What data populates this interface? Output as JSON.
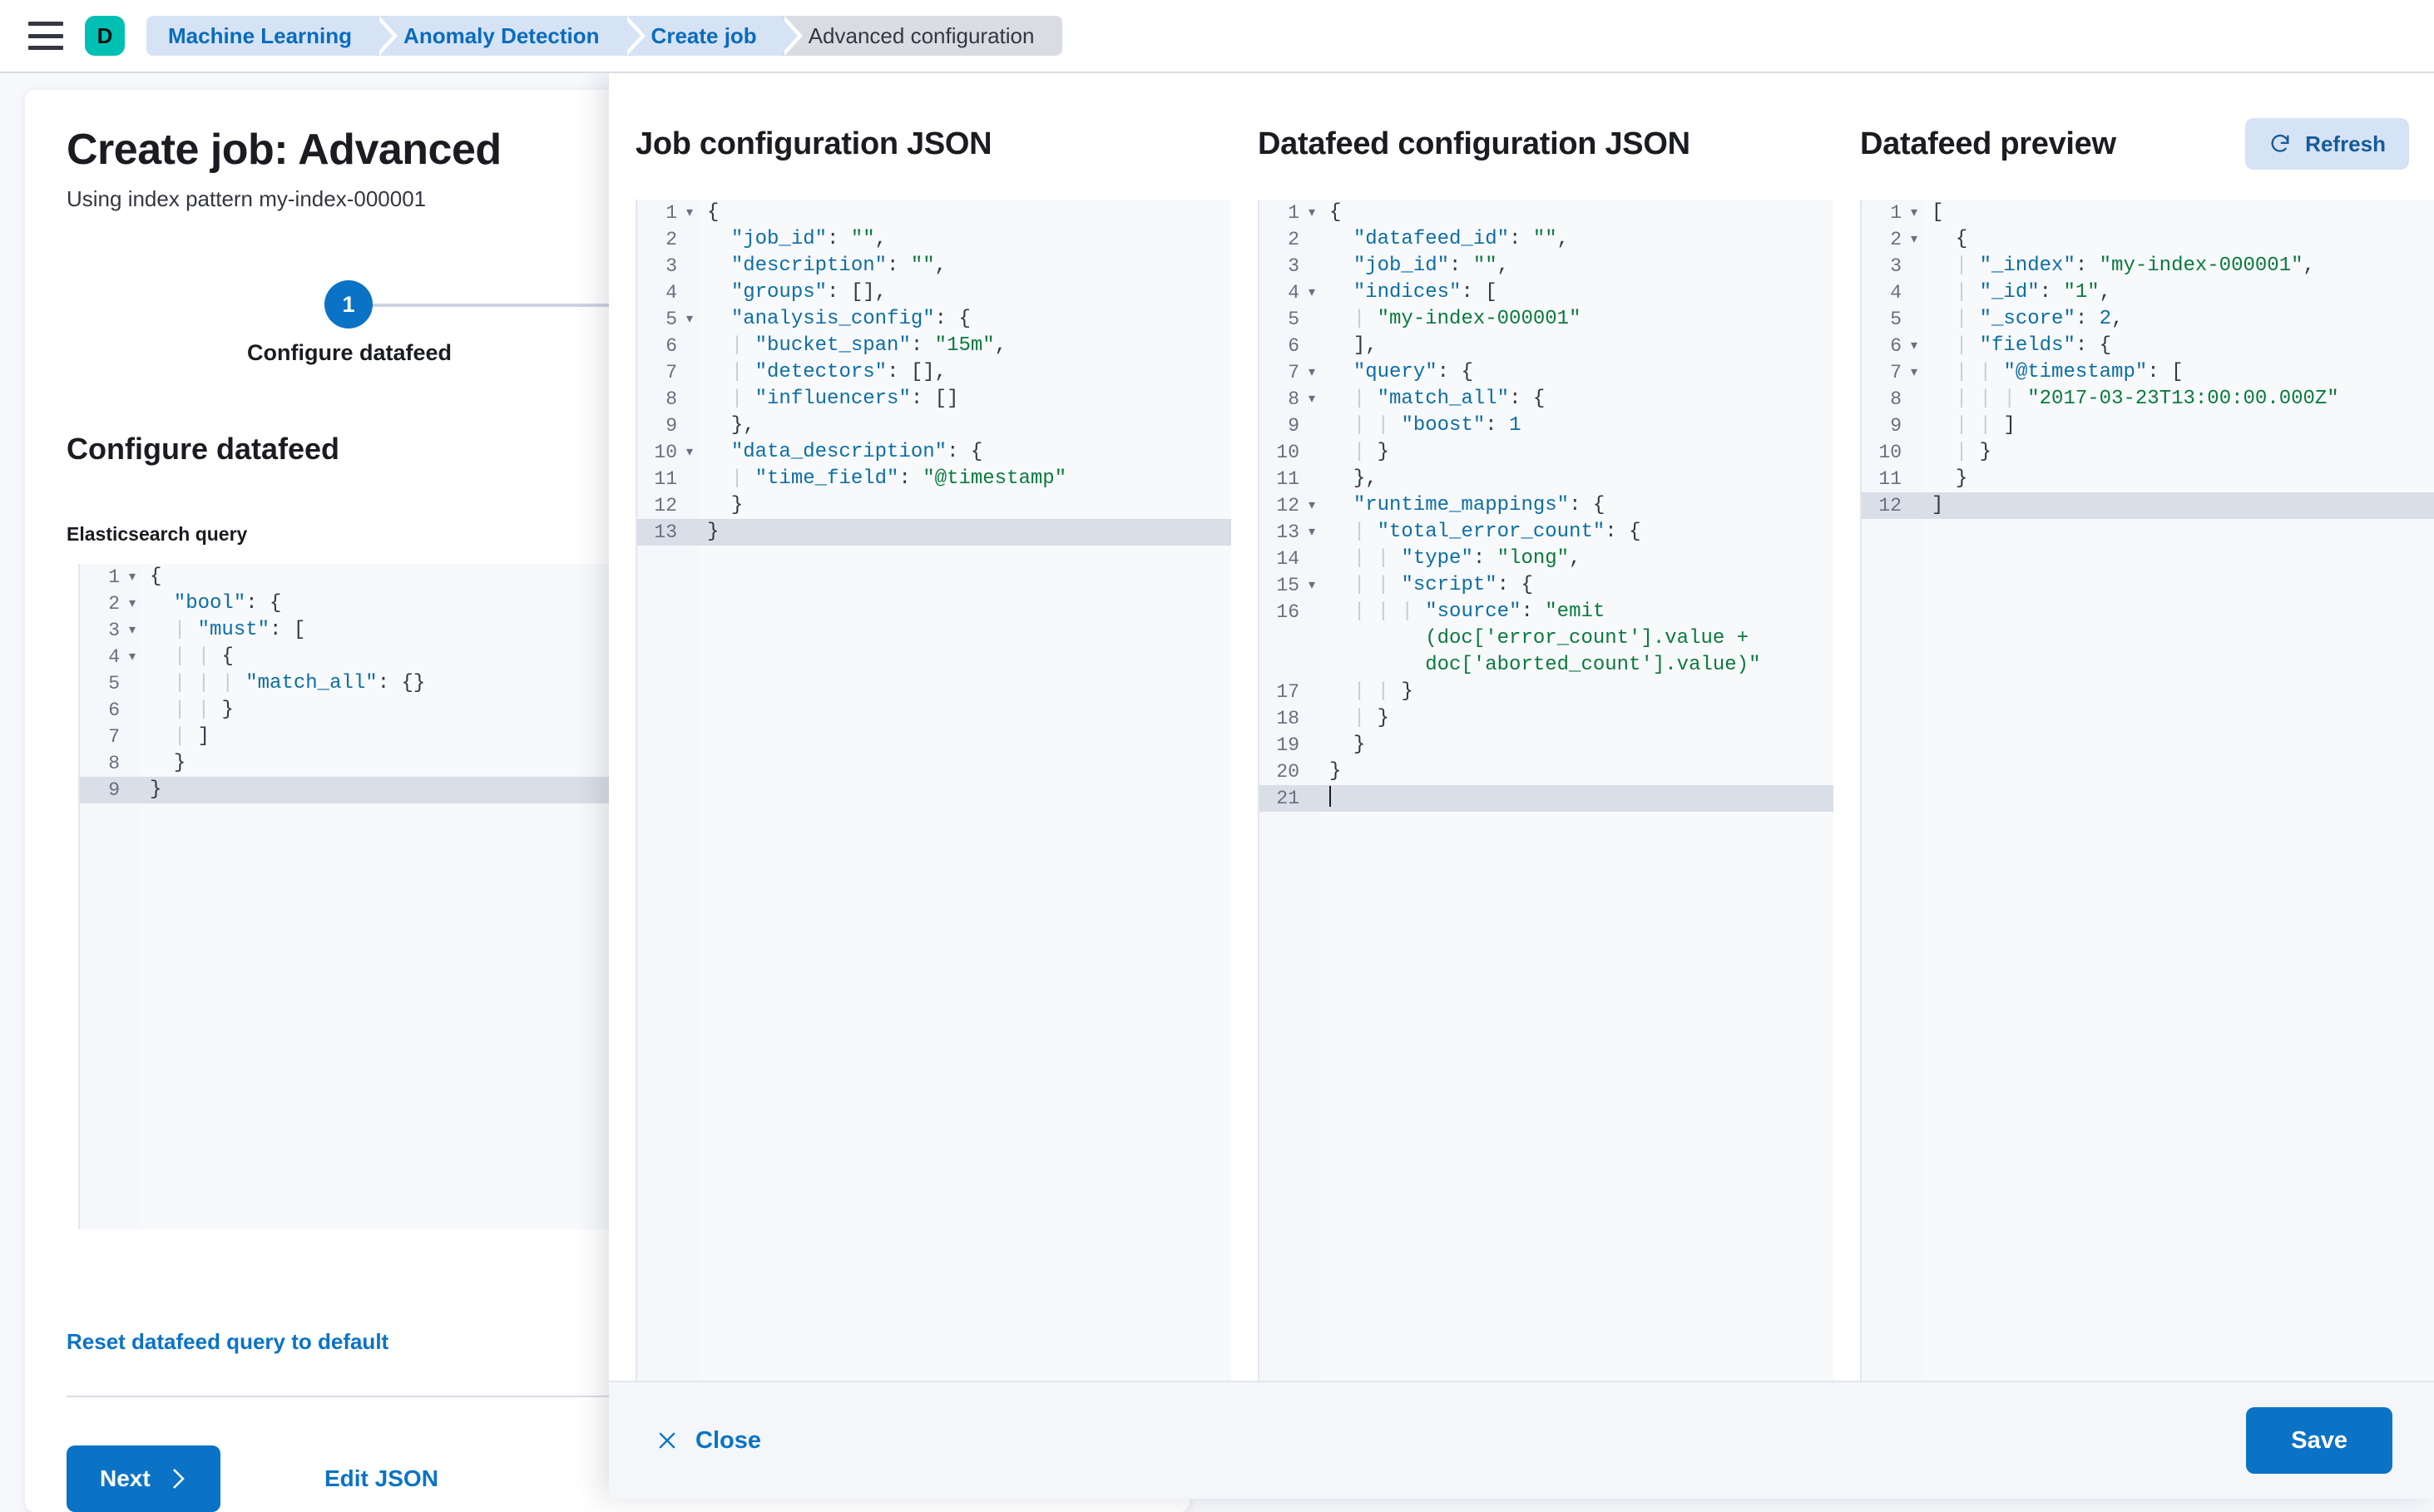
{
  "topbar": {
    "menu_icon": "hamburger-icon",
    "avatar_letter": "D",
    "avatar_color": "#00BFB3",
    "breadcrumbs": [
      {
        "label": "Machine Learning",
        "current": false
      },
      {
        "label": "Anomaly Detection",
        "current": false
      },
      {
        "label": "Create job",
        "current": false
      },
      {
        "label": "Advanced configuration",
        "current": true
      }
    ]
  },
  "page": {
    "title": "Create job: Advanced",
    "subtitle": "Using index pattern my-index-000001",
    "step_number": "1",
    "step_label": "Configure datafeed",
    "section_title": "Configure datafeed",
    "es_query_label": "Elasticsearch query",
    "reset_link": "Reset datafeed query to default",
    "next_label": "Next",
    "edit_json_label": "Edit JSON",
    "accent_color": "#0B73C6"
  },
  "flyout": {
    "close_label": "Close",
    "save_label": "Save",
    "columns": {
      "job": {
        "title": "Job configuration JSON"
      },
      "datafeed": {
        "title": "Datafeed configuration JSON"
      },
      "preview": {
        "title": "Datafeed preview",
        "refresh_label": "Refresh"
      }
    }
  },
  "editors": {
    "es_query": {
      "highlight_line": 9,
      "lines": [
        {
          "n": "1",
          "fold": "▾",
          "html": "<span class=\"p\">{</span>"
        },
        {
          "n": "2",
          "fold": "▾",
          "html": "  <span class=\"k\">\"bool\"</span><span class=\"p\">: {</span>"
        },
        {
          "n": "3",
          "fold": "▾",
          "html": "  <span class=\"ind\">|</span> <span class=\"k\">\"must\"</span><span class=\"p\">: [</span>"
        },
        {
          "n": "4",
          "fold": "▾",
          "html": "  <span class=\"ind\">|</span> <span class=\"ind\">|</span> <span class=\"p\">{</span>"
        },
        {
          "n": "5",
          "fold": "",
          "html": "  <span class=\"ind\">|</span> <span class=\"ind\">|</span> <span class=\"ind\">|</span> <span class=\"k\">\"match_all\"</span><span class=\"p\">: {}</span>"
        },
        {
          "n": "6",
          "fold": "",
          "html": "  <span class=\"ind\">|</span> <span class=\"ind\">|</span> <span class=\"p\">}</span>"
        },
        {
          "n": "7",
          "fold": "",
          "html": "  <span class=\"ind\">|</span> <span class=\"p\">]</span>"
        },
        {
          "n": "8",
          "fold": "",
          "html": "  <span class=\"p\">}</span>"
        },
        {
          "n": "9",
          "fold": "",
          "html": "<span class=\"p\">}</span>"
        }
      ]
    },
    "job_config": {
      "highlight_line": 13,
      "lines": [
        {
          "n": "1",
          "fold": "▾",
          "html": "<span class=\"p\">{</span>"
        },
        {
          "n": "2",
          "fold": "",
          "html": "  <span class=\"k\">\"job_id\"</span><span class=\"p\">: </span><span class=\"s\">\"\"</span><span class=\"p\">,</span>"
        },
        {
          "n": "3",
          "fold": "",
          "html": "  <span class=\"k\">\"description\"</span><span class=\"p\">: </span><span class=\"s\">\"\"</span><span class=\"p\">,</span>"
        },
        {
          "n": "4",
          "fold": "",
          "html": "  <span class=\"k\">\"groups\"</span><span class=\"p\">: [],</span>"
        },
        {
          "n": "5",
          "fold": "▾",
          "html": "  <span class=\"k\">\"analysis_config\"</span><span class=\"p\">: {</span>"
        },
        {
          "n": "6",
          "fold": "",
          "html": "  <span class=\"ind\">|</span> <span class=\"k\">\"bucket_span\"</span><span class=\"p\">: </span><span class=\"s\">\"15m\"</span><span class=\"p\">,</span>"
        },
        {
          "n": "7",
          "fold": "",
          "html": "  <span class=\"ind\">|</span> <span class=\"k\">\"detectors\"</span><span class=\"p\">: [],</span>"
        },
        {
          "n": "8",
          "fold": "",
          "html": "  <span class=\"ind\">|</span> <span class=\"k\">\"influencers\"</span><span class=\"p\">: []</span>"
        },
        {
          "n": "9",
          "fold": "",
          "html": "  <span class=\"p\">},</span>"
        },
        {
          "n": "10",
          "fold": "▾",
          "html": "  <span class=\"k\">\"data_description\"</span><span class=\"p\">: {</span>"
        },
        {
          "n": "11",
          "fold": "",
          "html": "  <span class=\"ind\">|</span> <span class=\"k\">\"time_field\"</span><span class=\"p\">: </span><span class=\"s\">\"@timestamp\"</span>"
        },
        {
          "n": "12",
          "fold": "",
          "html": "  <span class=\"p\">}</span>"
        },
        {
          "n": "13",
          "fold": "",
          "html": "<span class=\"p\">}</span>"
        }
      ]
    },
    "datafeed_config": {
      "highlight_line": 21,
      "lines": [
        {
          "n": "1",
          "fold": "▾",
          "html": "<span class=\"p\">{</span>"
        },
        {
          "n": "2",
          "fold": "",
          "html": "  <span class=\"k\">\"datafeed_id\"</span><span class=\"p\">: </span><span class=\"s\">\"\"</span><span class=\"p\">,</span>"
        },
        {
          "n": "3",
          "fold": "",
          "html": "  <span class=\"k\">\"job_id\"</span><span class=\"p\">: </span><span class=\"s\">\"\"</span><span class=\"p\">,</span>"
        },
        {
          "n": "4",
          "fold": "▾",
          "html": "  <span class=\"k\">\"indices\"</span><span class=\"p\">: [</span>"
        },
        {
          "n": "5",
          "fold": "",
          "html": "  <span class=\"ind\">|</span> <span class=\"s\">\"my-index-000001\"</span>"
        },
        {
          "n": "6",
          "fold": "",
          "html": "  <span class=\"p\">],</span>"
        },
        {
          "n": "7",
          "fold": "▾",
          "html": "  <span class=\"k\">\"query\"</span><span class=\"p\">: {</span>"
        },
        {
          "n": "8",
          "fold": "▾",
          "html": "  <span class=\"ind\">|</span> <span class=\"k\">\"match_all\"</span><span class=\"p\">: {</span>"
        },
        {
          "n": "9",
          "fold": "",
          "html": "  <span class=\"ind\">|</span> <span class=\"ind\">|</span> <span class=\"k\">\"boost\"</span><span class=\"p\">: </span><span class=\"n\">1</span>"
        },
        {
          "n": "10",
          "fold": "",
          "html": "  <span class=\"ind\">|</span> <span class=\"p\">}</span>"
        },
        {
          "n": "11",
          "fold": "",
          "html": "  <span class=\"p\">},</span>"
        },
        {
          "n": "12",
          "fold": "▾",
          "html": "  <span class=\"k\">\"runtime_mappings\"</span><span class=\"p\">: {</span>"
        },
        {
          "n": "13",
          "fold": "▾",
          "html": "  <span class=\"ind\">|</span> <span class=\"k\">\"total_error_count\"</span><span class=\"p\">: {</span>"
        },
        {
          "n": "14",
          "fold": "",
          "html": "  <span class=\"ind\">|</span> <span class=\"ind\">|</span> <span class=\"k\">\"type\"</span><span class=\"p\">: </span><span class=\"s\">\"long\"</span><span class=\"p\">,</span>"
        },
        {
          "n": "15",
          "fold": "▾",
          "html": "  <span class=\"ind\">|</span> <span class=\"ind\">|</span> <span class=\"k\">\"script\"</span><span class=\"p\">: {</span>"
        },
        {
          "n": "16",
          "fold": "",
          "html": "  <span class=\"ind\">|</span> <span class=\"ind\">|</span> <span class=\"ind\">|</span> <span class=\"k\">\"source\"</span><span class=\"p\">: </span><span class=\"s\">\"emit</span>",
          "wrap": [
            "<span class=\"s\">(doc['error_count'].value +</span>",
            "<span class=\"s\">doc['aborted_count'].value)\"</span>"
          ]
        },
        {
          "n": "17",
          "fold": "",
          "html": "  <span class=\"ind\">|</span> <span class=\"ind\">|</span> <span class=\"p\">}</span>"
        },
        {
          "n": "18",
          "fold": "",
          "html": "  <span class=\"ind\">|</span> <span class=\"p\">}</span>"
        },
        {
          "n": "19",
          "fold": "",
          "html": "  <span class=\"p\">}</span>"
        },
        {
          "n": "20",
          "fold": "",
          "html": "<span class=\"p\">}</span>"
        },
        {
          "n": "21",
          "fold": "",
          "html": "<span class=\"caret\"></span>"
        }
      ]
    },
    "preview": {
      "highlight_line": 12,
      "lines": [
        {
          "n": "1",
          "fold": "▾",
          "html": "<span class=\"p\">[</span>"
        },
        {
          "n": "2",
          "fold": "▾",
          "html": "  <span class=\"p\">{</span>"
        },
        {
          "n": "3",
          "fold": "",
          "html": "  <span class=\"ind\">|</span> <span class=\"k\">\"_index\"</span><span class=\"p\">: </span><span class=\"s\">\"my-index-000001\"</span><span class=\"p\">,</span>"
        },
        {
          "n": "4",
          "fold": "",
          "html": "  <span class=\"ind\">|</span> <span class=\"k\">\"_id\"</span><span class=\"p\">: </span><span class=\"s\">\"1\"</span><span class=\"p\">,</span>"
        },
        {
          "n": "5",
          "fold": "",
          "html": "  <span class=\"ind\">|</span> <span class=\"k\">\"_score\"</span><span class=\"p\">: </span><span class=\"n\">2</span><span class=\"p\">,</span>"
        },
        {
          "n": "6",
          "fold": "▾",
          "html": "  <span class=\"ind\">|</span> <span class=\"k\">\"fields\"</span><span class=\"p\">: {</span>"
        },
        {
          "n": "7",
          "fold": "▾",
          "html": "  <span class=\"ind\">|</span> <span class=\"ind\">|</span> <span class=\"k\">\"@timestamp\"</span><span class=\"p\">: [</span>"
        },
        {
          "n": "8",
          "fold": "",
          "html": "  <span class=\"ind\">|</span> <span class=\"ind\">|</span> <span class=\"ind\">|</span> <span class=\"s\">\"2017-03-23T13:00:00.000Z\"</span>"
        },
        {
          "n": "9",
          "fold": "",
          "html": "  <span class=\"ind\">|</span> <span class=\"ind\">|</span> <span class=\"p\">]</span>"
        },
        {
          "n": "10",
          "fold": "",
          "html": "  <span class=\"ind\">|</span> <span class=\"p\">}</span>"
        },
        {
          "n": "11",
          "fold": "",
          "html": "  <span class=\"p\">}</span>"
        },
        {
          "n": "12",
          "fold": "",
          "html": "<span class=\"p\">]</span>"
        }
      ]
    }
  }
}
